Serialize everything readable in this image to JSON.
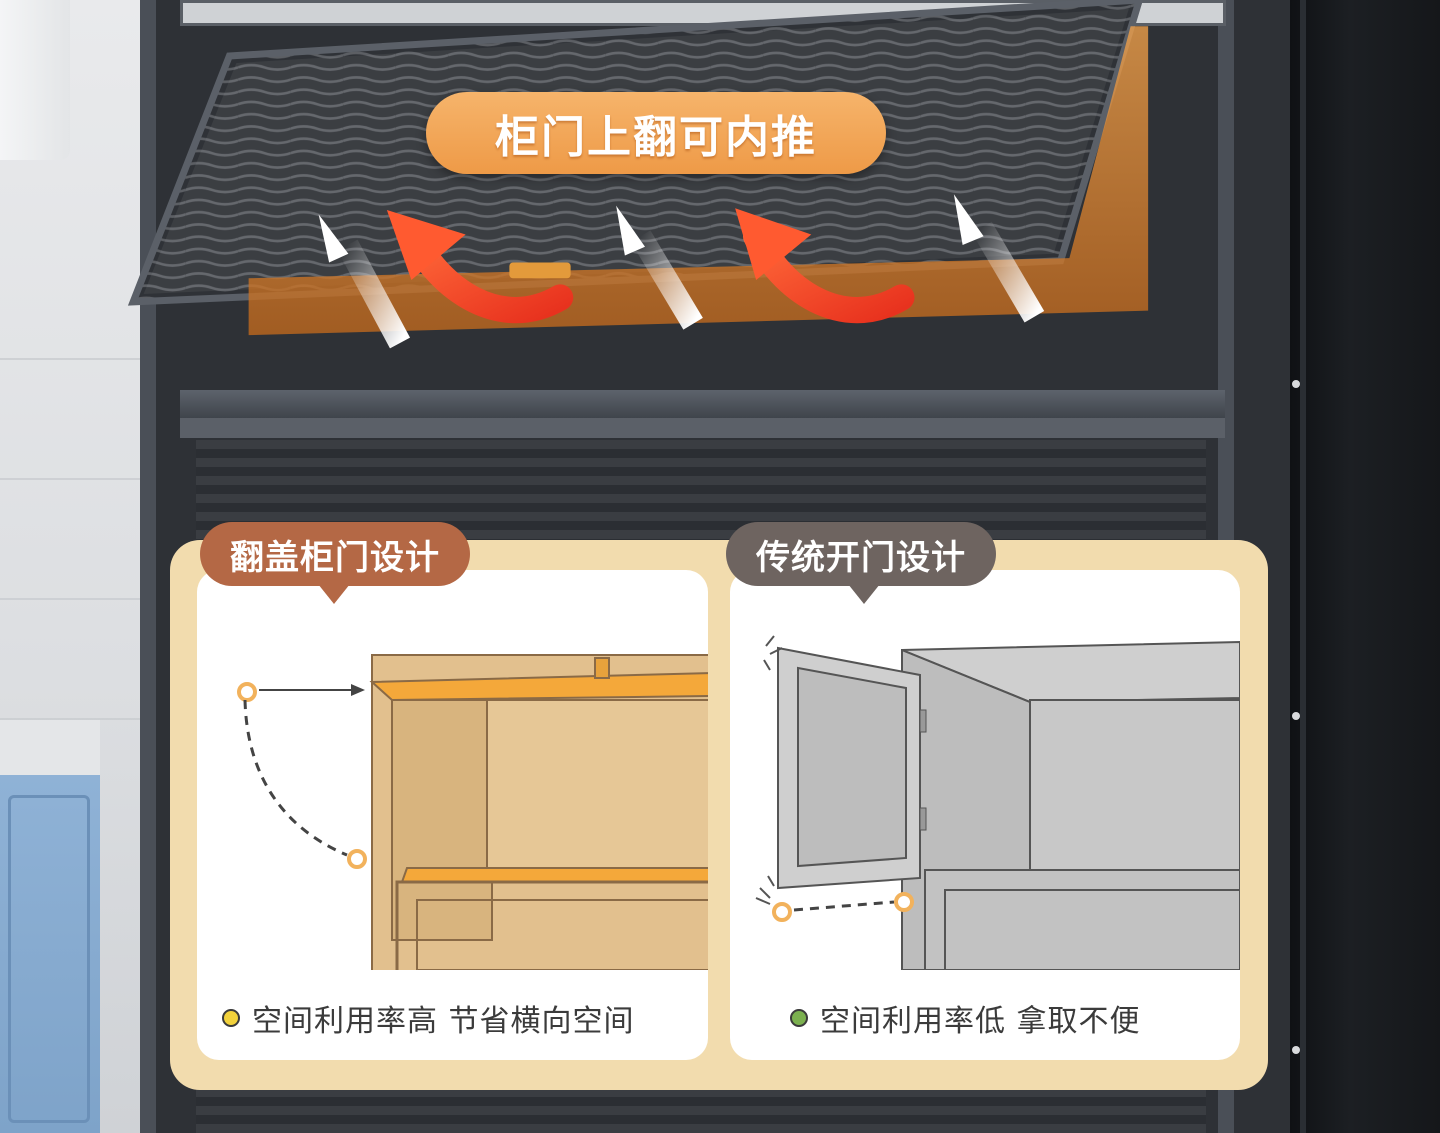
{
  "headline": "柜门上翻可内推",
  "comparison": {
    "left": {
      "tag": "翻盖柜门设计",
      "caption": "空间利用率高 节省横向空间",
      "dot_color": "#f2d23c"
    },
    "right": {
      "tag": "传统开门设计",
      "caption": "空间利用率低 拿取不便",
      "dot_color": "#7bb04f"
    }
  },
  "colors": {
    "accent_orange": "#ee9a47",
    "tag_left": "#b46845",
    "tag_right": "#6e6460",
    "panel_bg": "#f2dcae"
  },
  "icons": [
    "up-arrow-icon",
    "curved-arrow-icon",
    "dot-icon"
  ]
}
